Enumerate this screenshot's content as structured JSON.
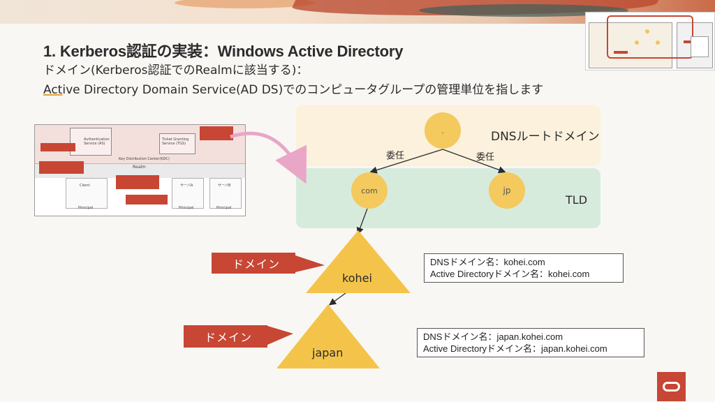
{
  "slide": {
    "title": "1. Kerberos認証の実装：Windows Active Directory",
    "subtitle_line1": "ドメイン(Kerberos認証でのRealmに該当する)：",
    "subtitle_line2_underlined": "Act",
    "subtitle_line2_rest": "ive Directory Domain Service(AD DS)でのコンピュータグループの管理単位を指します"
  },
  "dns": {
    "root_zone_label": "DNSルートドメイン",
    "tld_zone_label": "TLD",
    "root_node": ".",
    "tld_nodes": [
      "com",
      "jp"
    ],
    "delegation_left": "委任",
    "delegation_right": "委任"
  },
  "domains": [
    {
      "tag": "ドメイン",
      "name": "kohei",
      "info_line1": "DNSドメイン名：kohei.com",
      "info_line2": "Active Directoryドメイン名：kohei.com"
    },
    {
      "tag": "ドメイン",
      "name": "japan",
      "info_line1": "DNSドメイン名：japan.kohei.com",
      "info_line2": "Active Directoryドメイン名：japan.kohei.com"
    }
  ],
  "kdc_thumbnail": {
    "auth_service": "Authentication Service (AS)",
    "tgs": "Ticket Granting Service (TGS)",
    "kdc_label": "Key Distribution Center(KDC)",
    "realm_label": "Realm",
    "client_label": "Client",
    "principal_labels": [
      "Principal",
      "Principal",
      "Principal"
    ],
    "server_labels": [
      "サーバA",
      "サーバB"
    ]
  },
  "colors": {
    "accent_red": "#c74634",
    "node_yellow": "#f4c95d",
    "root_zone_bg": "#fbf1dd",
    "tld_zone_bg": "#d7ebdd",
    "triangle_yellow": "#f4c44a"
  },
  "icons": {
    "brand": "oracle-logo-icon"
  }
}
